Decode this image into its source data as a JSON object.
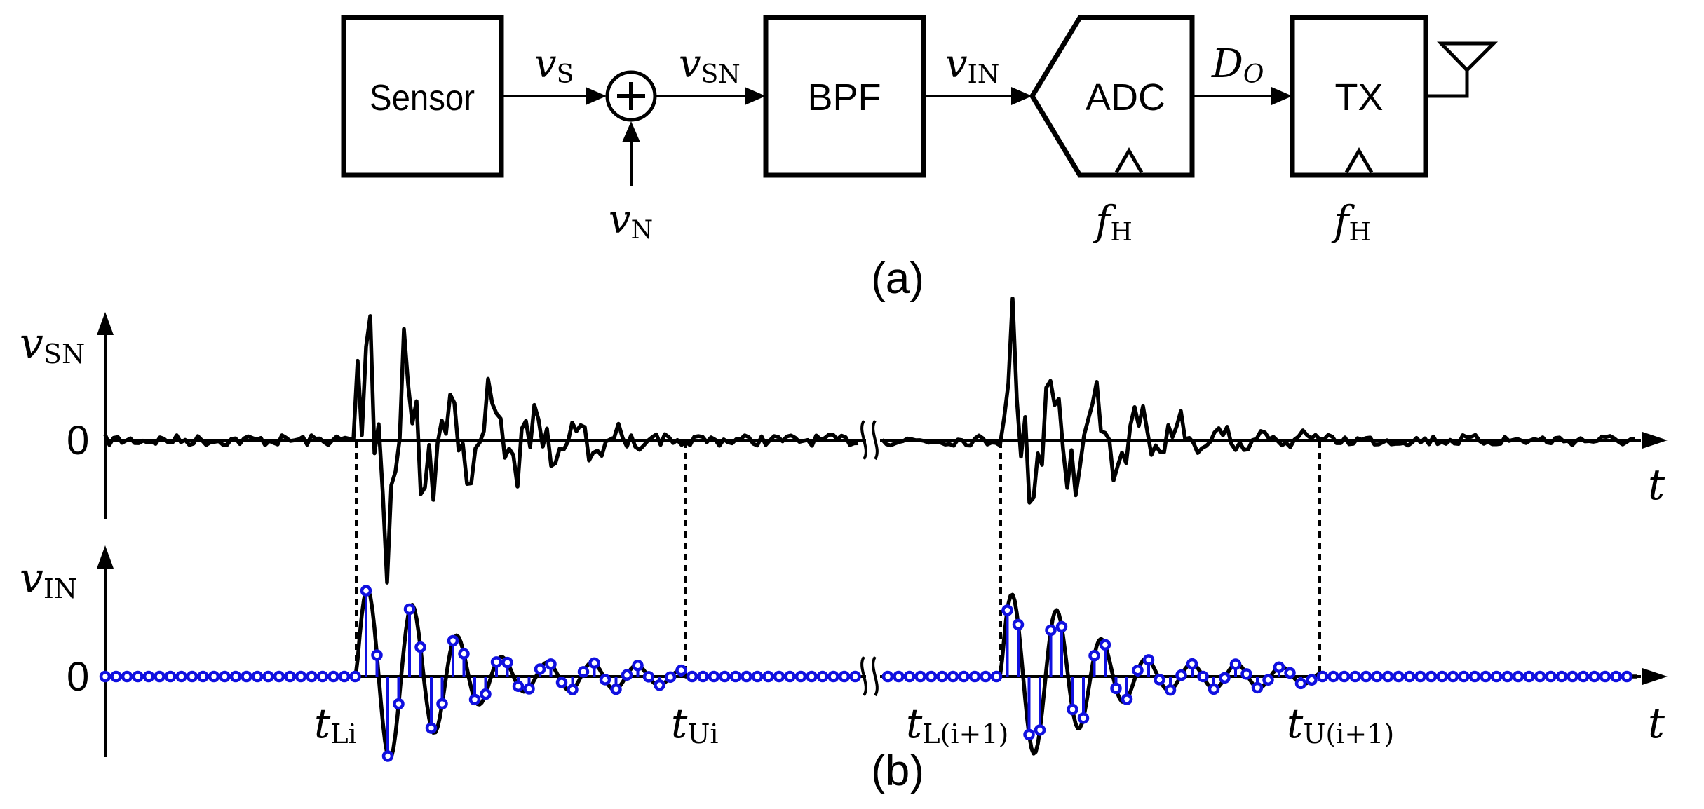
{
  "block_diagram": {
    "blocks": {
      "sensor": "Sensor",
      "bpf": "BPF",
      "adc": "ADC",
      "tx": "TX"
    },
    "signals": {
      "vs": {
        "base": "v",
        "sub": "S"
      },
      "vn": {
        "base": "v",
        "sub": "N"
      },
      "vsn": {
        "base": "v",
        "sub": "SN"
      },
      "vin": {
        "base": "v",
        "sub": "IN"
      },
      "do": {
        "base": "D",
        "sub": "O"
      },
      "fh_adc": {
        "base": "f",
        "sub": "H"
      },
      "fh_tx": {
        "base": "f",
        "sub": "H"
      }
    },
    "caption": "(a)"
  },
  "waveforms": {
    "top": {
      "ylabel": {
        "base": "v",
        "sub": "SN"
      },
      "zero": "0",
      "xlabel": "t"
    },
    "bottom": {
      "ylabel": {
        "base": "v",
        "sub": "IN"
      },
      "zero": "0",
      "xlabel": "t"
    },
    "markers": {
      "tli": {
        "base": "t",
        "sub": "Li"
      },
      "tui": {
        "base": "t",
        "sub": "Ui"
      },
      "tl1": {
        "base": "t",
        "sub": "L(i+1)"
      },
      "tu1": {
        "base": "t",
        "sub": "U(i+1)"
      }
    },
    "caption": "(b)"
  },
  "colors": {
    "stroke": "#000000",
    "samples": "#1010e0",
    "background": "#ffffff"
  },
  "icons": {
    "adder": "plus-circle",
    "antenna": "antenna-icon",
    "clock": "clock-caret"
  }
}
